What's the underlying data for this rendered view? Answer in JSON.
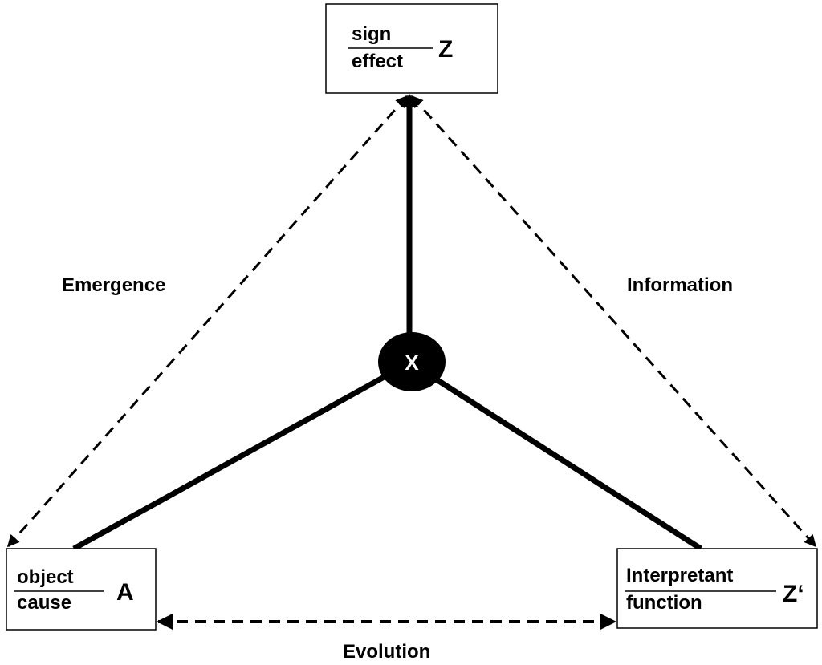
{
  "nodes": {
    "top": {
      "numerator": "sign",
      "denominator": "effect",
      "symbol": "Z"
    },
    "left": {
      "numerator": "object",
      "denominator": "cause",
      "symbol": "A"
    },
    "right": {
      "numerator": "Interpretant",
      "denominator": "function",
      "symbol": "Z‘"
    },
    "center": {
      "label": "X"
    }
  },
  "edge_labels": {
    "left": "Emergence",
    "right": "Information",
    "bottom": "Evolution"
  }
}
